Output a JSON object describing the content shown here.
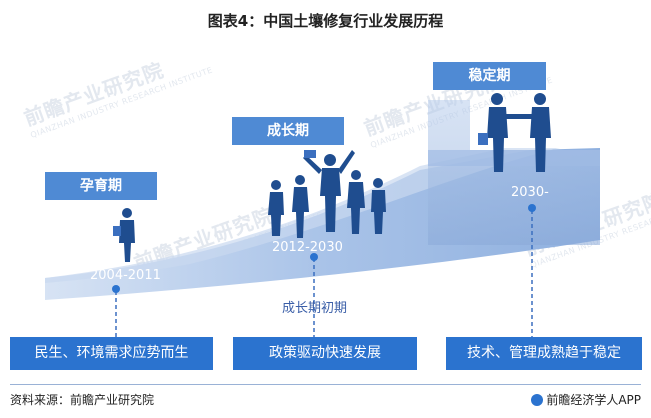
{
  "title": "图表4：中国土壤修复行业发展历程",
  "stages": [
    {
      "label": "孕育期",
      "year": "2004-2011",
      "desc": "民生、环境需求应势而生"
    },
    {
      "label": "成长期",
      "year": "2012-2030",
      "sub": "成长期初期",
      "desc": "政策驱动快速发展"
    },
    {
      "label": "稳定期",
      "year": "2030-",
      "desc": "技术、管理成熟趋于稳定"
    }
  ],
  "watermark": {
    "name": "前瞻产业研究院",
    "sub": "QIANZHAN INDUSTRY RESEARCH INSTITUTE"
  },
  "footer": {
    "source": "资料来源：前瞻产业研究院",
    "brand": "前瞻经济学人APP"
  },
  "colors": {
    "accent": "#2b73cf",
    "label_bg": "#4f8ad4",
    "ramp": "#a9c3e8",
    "figure": "#1f4d8f"
  }
}
